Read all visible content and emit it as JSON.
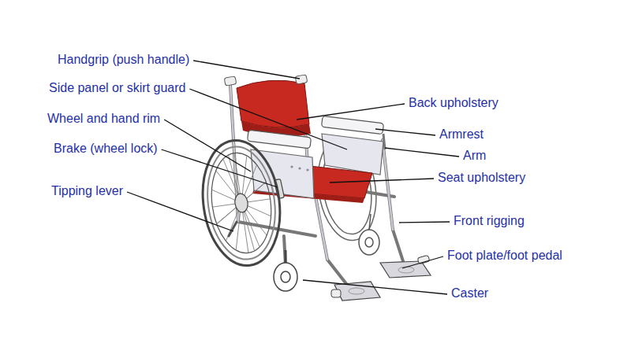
{
  "diagram": {
    "labels": [
      "Handgrip (push handle)",
      "Side panel or skirt guard",
      "Wheel and hand rim",
      "Brake (wheel lock)",
      "Tipping lever",
      "Back upholstery",
      "Armrest",
      "Arm",
      "Seat upholstery",
      "Front rigging",
      "Foot plate/foot pedal",
      "Caster"
    ]
  }
}
